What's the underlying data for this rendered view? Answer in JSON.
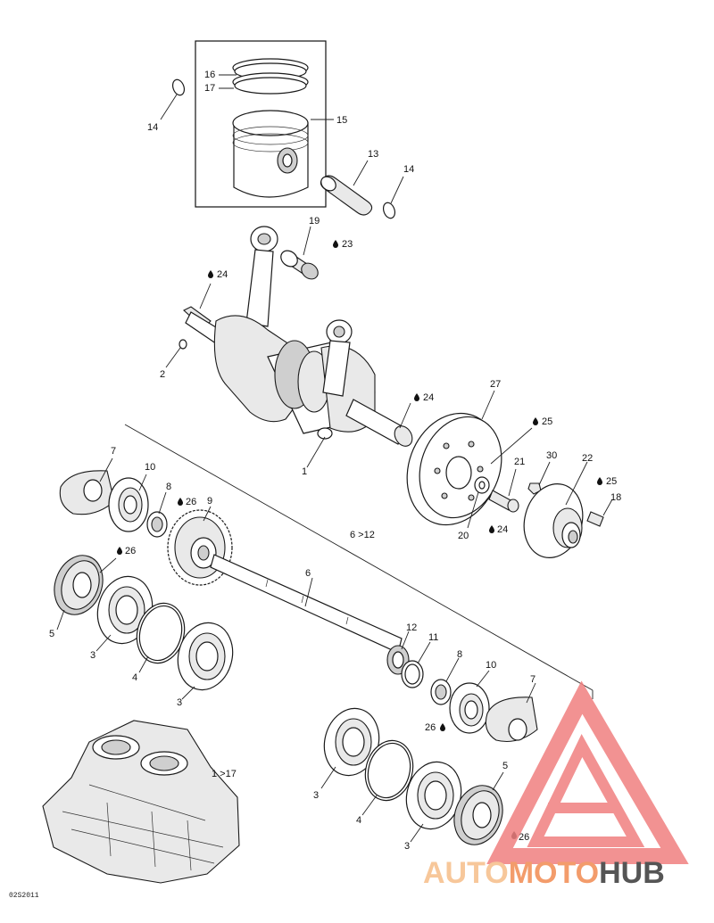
{
  "diagram_code": "02S2011",
  "brand": {
    "part1": "AUTO",
    "part2": "MOTO",
    "part3": "HUB",
    "color_light": "#f7c79a",
    "color_mid": "#f39c6b",
    "color_dark": "#555555",
    "logo_color": "#f08080"
  },
  "callouts": {
    "c16": "16",
    "c17": "17",
    "c15": "15",
    "c14a": "14",
    "c14b": "14",
    "c13": "13",
    "c19": "19",
    "c23": "23",
    "c24a": "24",
    "c2": "2",
    "c24b": "24",
    "c27": "27",
    "c25a": "25",
    "c1": "1",
    "c7a": "7",
    "c10a": "10",
    "c8a": "8",
    "c26a": "26",
    "c9": "9",
    "c30": "30",
    "c21": "21",
    "c22": "22",
    "c25b": "25",
    "c18": "18",
    "c20": "20",
    "c24c": "24",
    "c612": "6 >12",
    "c26b": "26",
    "c5a": "5",
    "c6": "6",
    "c3a": "3",
    "c4a": "4",
    "c3b": "3",
    "c12": "12",
    "c11": "11",
    "c8b": "8",
    "c10b": "10",
    "c7b": "7",
    "c26c": "26",
    "c5b": "5",
    "c117": "1 >17",
    "c3c": "3",
    "c4b": "4",
    "c3d": "3",
    "c26d": "26"
  }
}
